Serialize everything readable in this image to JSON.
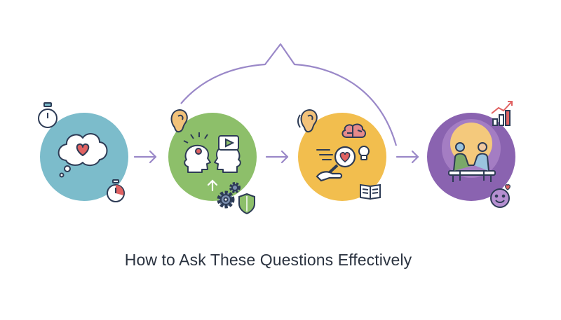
{
  "title": "How to Ask These Questions Effectively",
  "colors": {
    "step1": "#7cbccb",
    "step2": "#8dbf6a",
    "step3": "#f2be4e",
    "step4": "#8a63b0",
    "arrow": "#9a88c8",
    "outline": "#2d3b55",
    "heart": "#e06262",
    "title": "#2b3340"
  },
  "steps": [
    {
      "name": "timed-reflection",
      "icons": [
        "thought-bubble-heart-icon",
        "stopwatch-icon",
        "timer-icon"
      ]
    },
    {
      "name": "active-engagement",
      "icons": [
        "ear-icon",
        "two-heads-icon",
        "video-play-icon",
        "gears-icon",
        "shield-icon"
      ]
    },
    {
      "name": "deep-understanding",
      "icons": [
        "ear-icon",
        "brain-icon",
        "lightbulb-icon",
        "magnifier-heart-icon",
        "book-icon"
      ]
    },
    {
      "name": "connection",
      "icons": [
        "two-people-bench-icon",
        "growth-chart-icon",
        "smiley-icon"
      ]
    }
  ]
}
